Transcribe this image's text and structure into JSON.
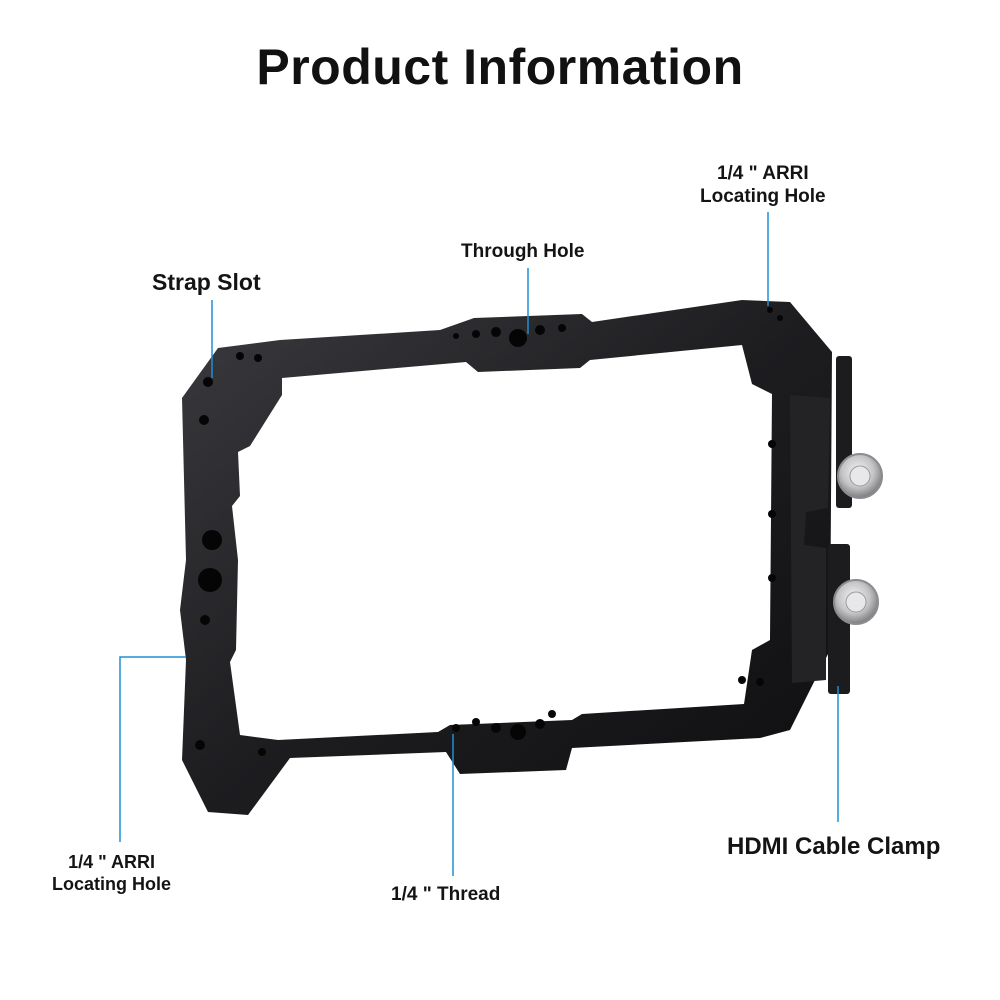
{
  "title": "Product Information",
  "callouts": {
    "strap_slot": "Strap Slot",
    "through_hole": "Through Hole",
    "arri_top": [
      "1/4 \" ARRI",
      "Locating Hole"
    ],
    "arri_bottom": [
      "1/4 \" ARRI",
      "Locating Hole"
    ],
    "thread": "1/4 \" Thread",
    "hdmi_clamp": "HDMI Cable Clamp"
  },
  "colors": {
    "leader_line": "#1f8fd6",
    "frame": "#1c1c1e",
    "frame_highlight": "#3a3a3e",
    "knob": "#c9c9cb"
  }
}
